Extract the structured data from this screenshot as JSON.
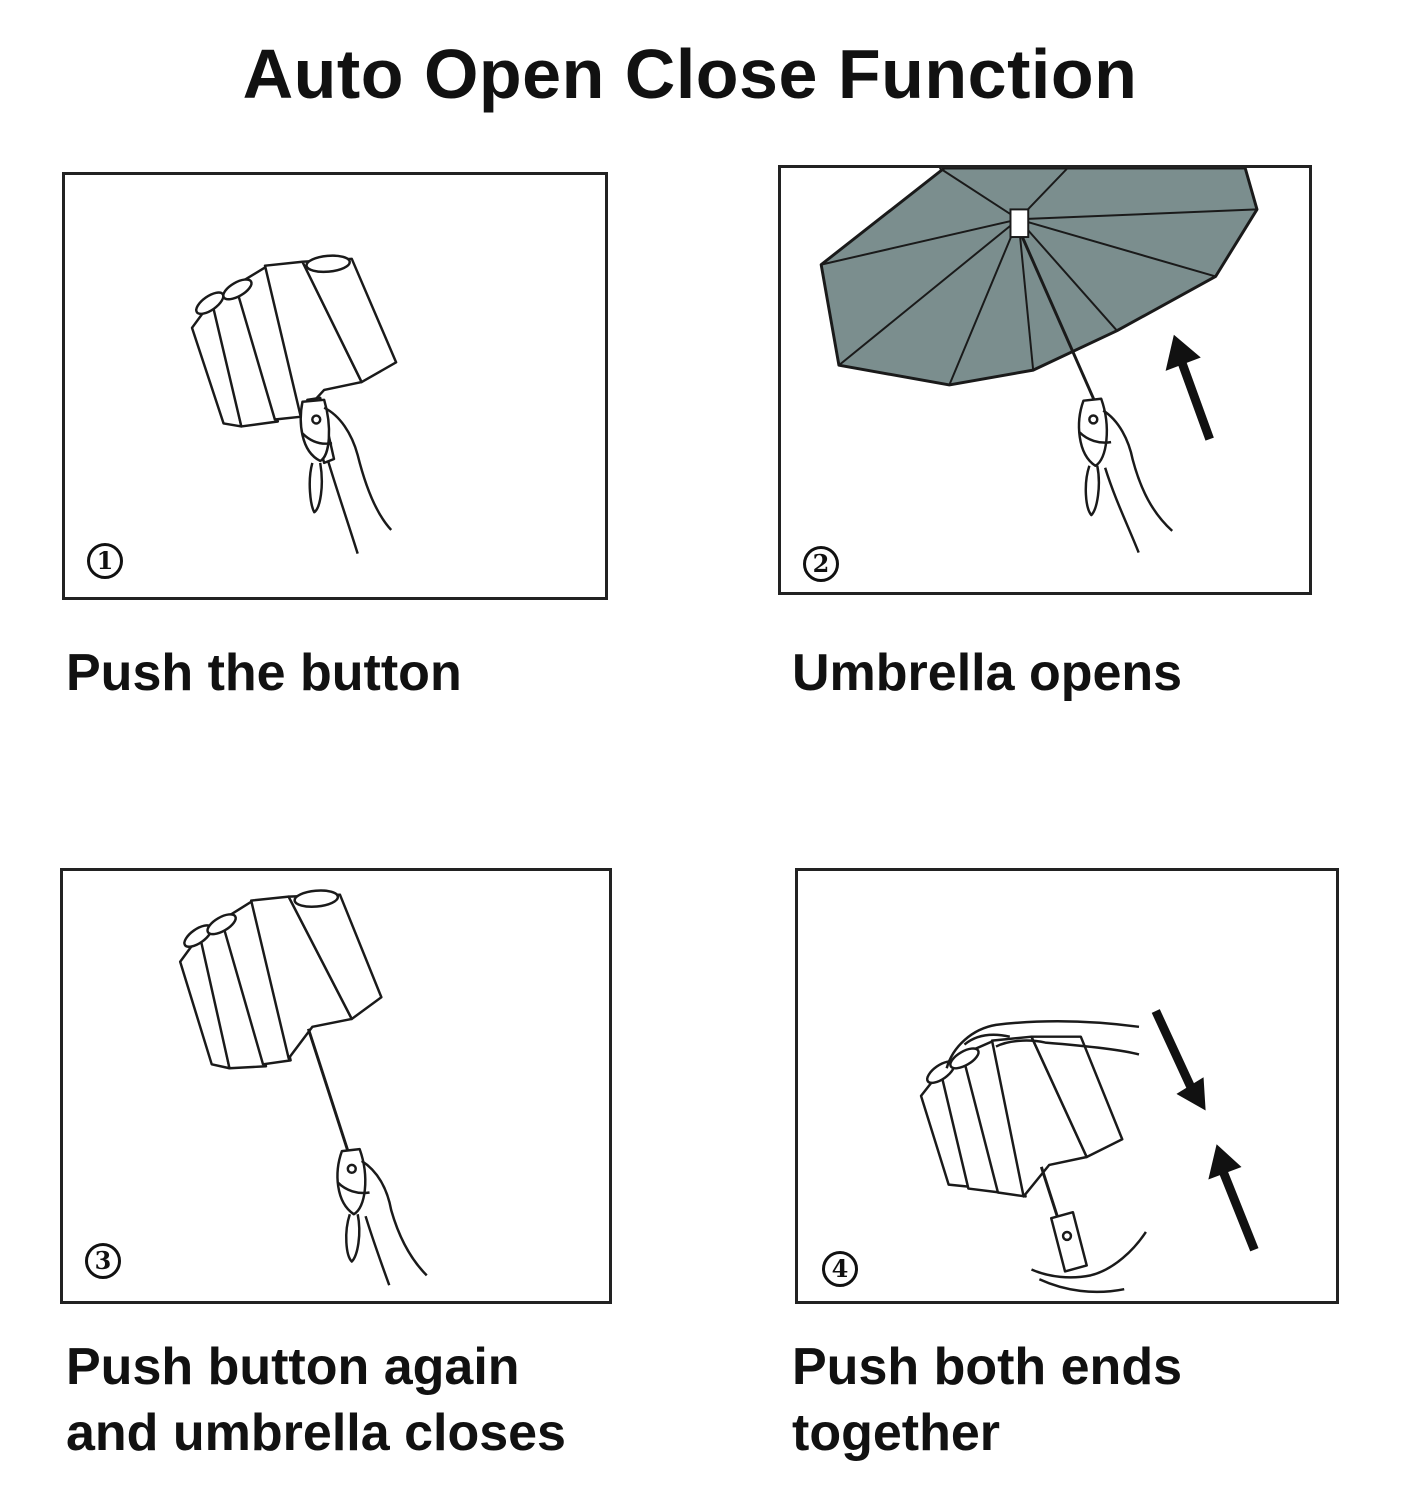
{
  "title": "Auto Open Close Function",
  "colors": {
    "canopy": "#7b8e8e",
    "line": "#1a1a1a",
    "background": "#ffffff"
  },
  "steps": [
    {
      "number": "1",
      "caption": "Push the button",
      "icon": "closed-umbrella-hand-icon"
    },
    {
      "number": "2",
      "caption": "Umbrella opens",
      "icon": "open-umbrella-hand-icon"
    },
    {
      "number": "3",
      "caption": "Push button again\nand umbrella closes",
      "icon": "extended-closed-umbrella-icon"
    },
    {
      "number": "4",
      "caption": "Push both ends\ntogether",
      "icon": "collapse-umbrella-hands-icon"
    }
  ]
}
